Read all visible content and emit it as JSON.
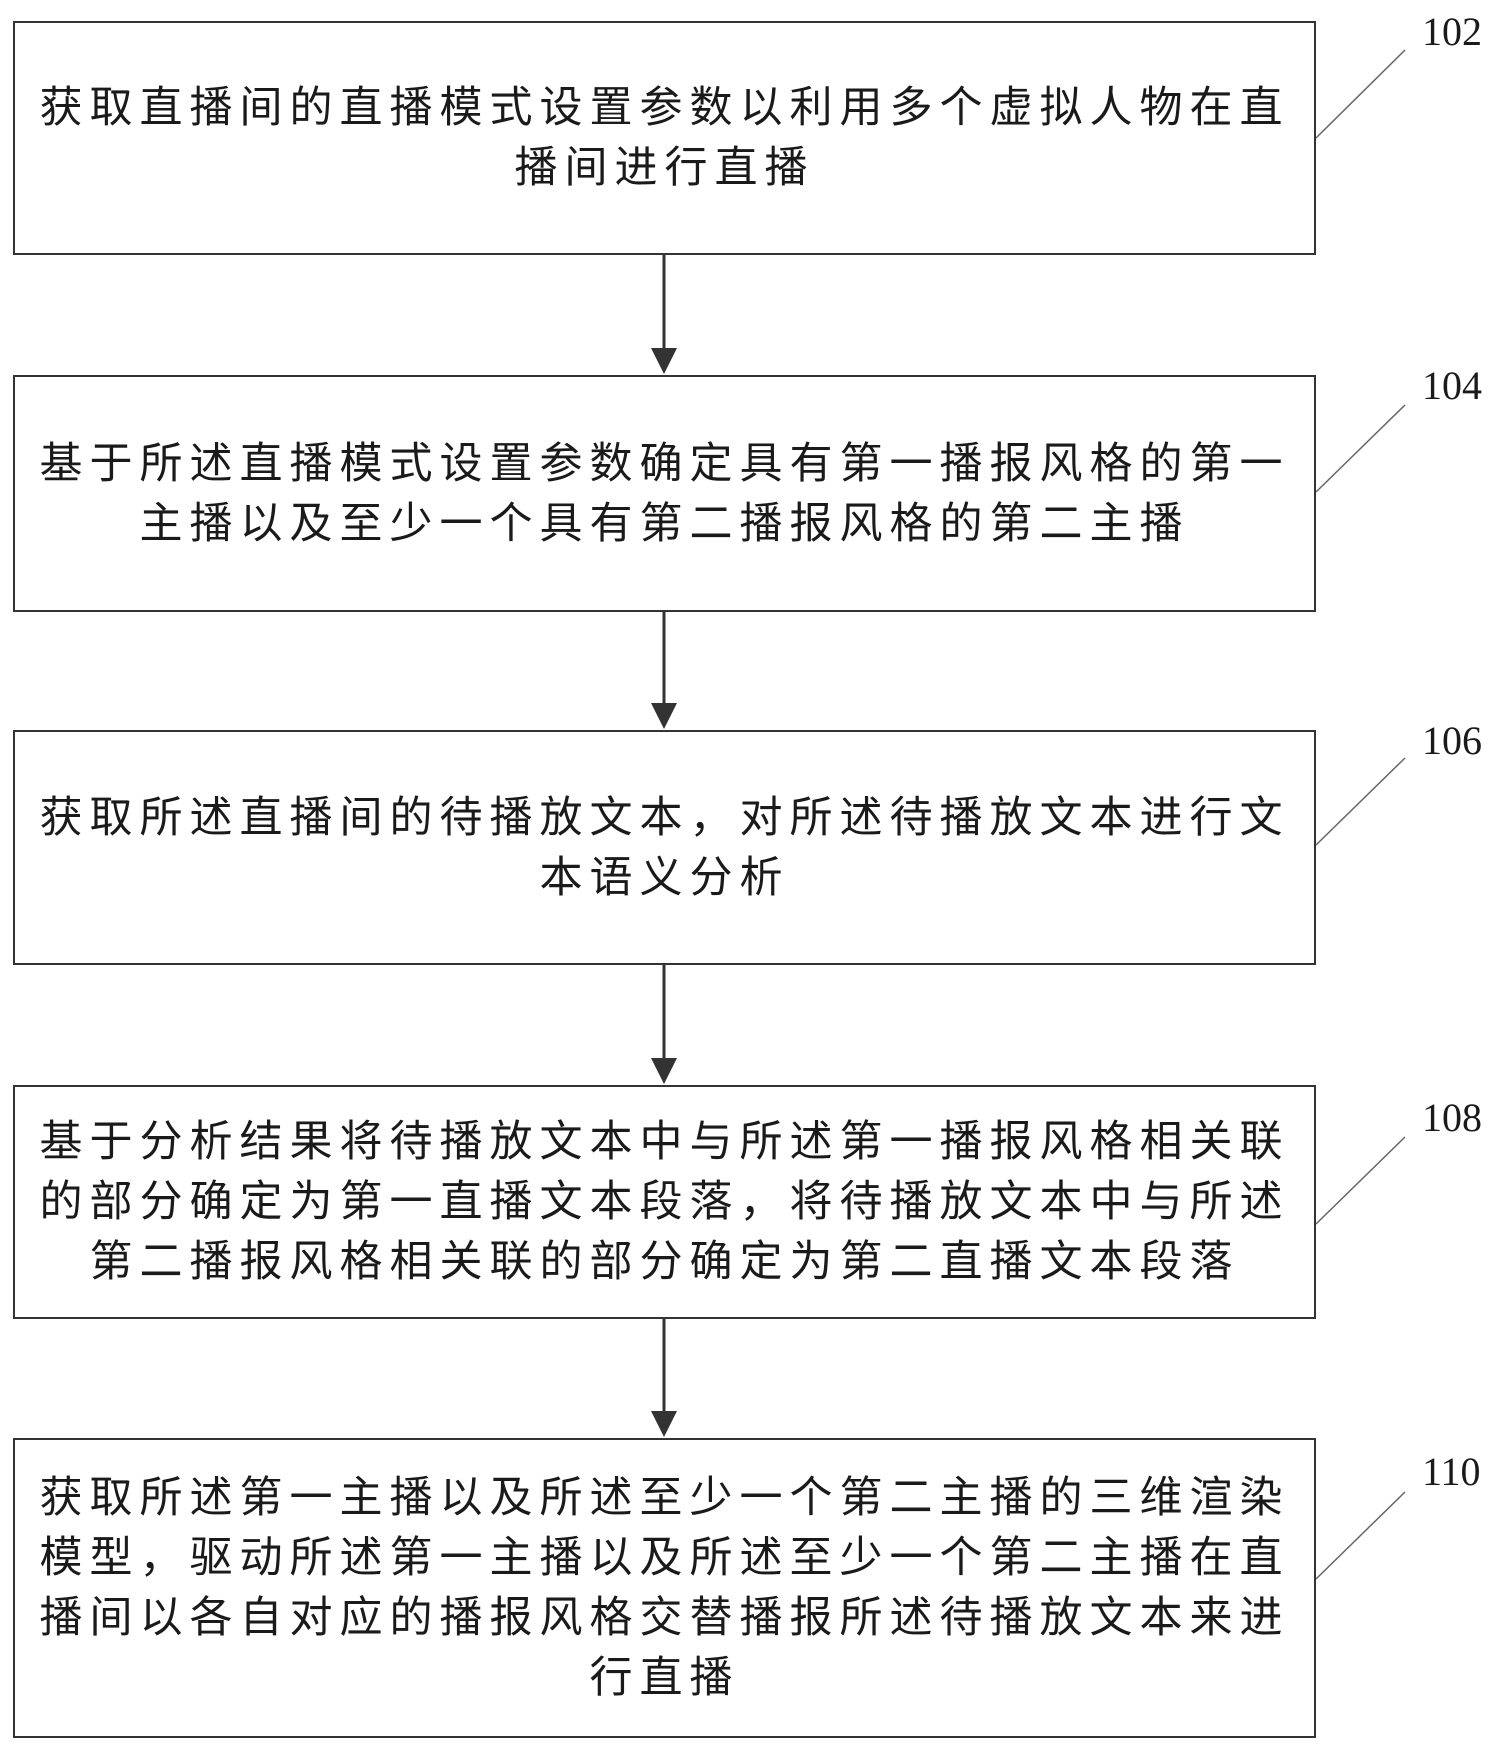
{
  "steps": [
    {
      "number": "102",
      "text": "获取直播间的直播模式设置参数以利用多个虚拟人物在直播间进行直播"
    },
    {
      "number": "104",
      "text": "基于所述直播模式设置参数确定具有第一播报风格的第一主播以及至少一个具有第二播报风格的第二主播"
    },
    {
      "number": "106",
      "text": "获取所述直播间的待播放文本，对所述待播放文本进行文本语义分析"
    },
    {
      "number": "108",
      "text": "基于分析结果将待播放文本中与所述第一播报风格相关联的部分确定为第一直播文本段落，将待播放文本中与所述第二播报风格相关联的部分确定为第二直播文本段落"
    },
    {
      "number": "110",
      "text": "获取所述第一主播以及所述至少一个第二主播的三维渲染模型，驱动所述第一主播以及所述至少一个第二主播在直播间以各自对应的播报风格交替播报所述待播放文本来进行直播"
    }
  ]
}
